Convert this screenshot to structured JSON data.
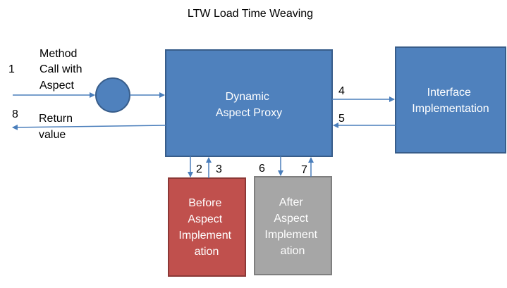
{
  "title": "LTW Load Time Weaving",
  "colors": {
    "blue_fill": "#4f81bd",
    "blue_border": "#385d8a",
    "red_fill": "#c0504d",
    "red_border": "#8c3836",
    "gray_fill": "#a6a6a6",
    "gray_border": "#7f7f7f",
    "arrow": "#4a7ebb"
  },
  "boxes": {
    "proxy": [
      "Dynamic",
      "Aspect Proxy"
    ],
    "interface": [
      "Interface",
      "Implementation"
    ],
    "before": [
      "Before",
      "Aspect",
      "Implement",
      "ation"
    ],
    "after": [
      "After",
      "Aspect",
      "Implement",
      "ation"
    ]
  },
  "labels": {
    "method_call": [
      "Method",
      "Call with",
      "Aspect"
    ],
    "return_value": [
      "Return",
      "value"
    ]
  },
  "steps": {
    "s1": "1",
    "s2": "2",
    "s3": "3",
    "s4": "4",
    "s5": "5",
    "s6": "6",
    "s7": "7",
    "s8": "8"
  }
}
